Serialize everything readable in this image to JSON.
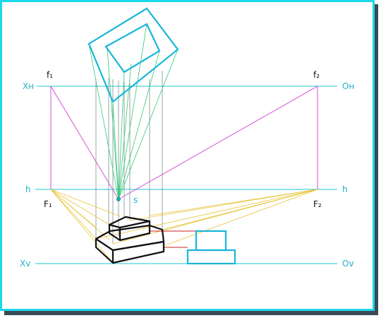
{
  "labels": {
    "f1": "f₁",
    "f2": "f₂",
    "xh": "Xн",
    "oh": "Oн",
    "h_left": "h",
    "h_right": "h",
    "F1": "F₁",
    "F2": "F₂",
    "s": "s",
    "xv": "Xv",
    "ov": "Ov"
  },
  "colors": {
    "frame": "#1ad8ea",
    "cyan_line": "#1fc4d4",
    "object_cyan": "#19b6d9",
    "magenta": "#d64fd6",
    "green": "#33cc77",
    "yellow": "#e8c43a",
    "gray": "#7f8f8f",
    "red": "#c82020",
    "black": "#111111"
  }
}
